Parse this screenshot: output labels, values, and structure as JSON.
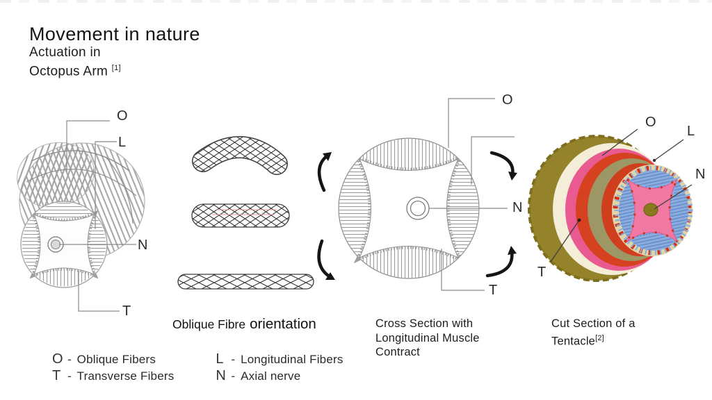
{
  "slide": {
    "title": "Movement in nature",
    "subtitle_line1": "Actuation in",
    "subtitle_line2": "Octopus Arm",
    "subtitle_ref": "[1]"
  },
  "fiber_labels": {
    "o": "O",
    "l": "L",
    "n": "N",
    "t": "T"
  },
  "captions": {
    "oblique_part1": "Oblique Fibre",
    "oblique_part2": "orientation",
    "cross_section_lines": [
      "Cross Section with",
      "Longitudinal Muscle",
      "Contract"
    ],
    "tentacle_line1": "Cut Section of a",
    "tentacle_line2": "Tentacle",
    "tentacle_ref": "[2]"
  },
  "legend": {
    "separator": "-",
    "items": [
      {
        "key": "O",
        "desc": "Oblique Fibers"
      },
      {
        "key": "T",
        "desc": "Transverse Fibers"
      },
      {
        "key": "L",
        "desc": "Longitudinal Fibers"
      },
      {
        "key": "N",
        "desc": "Axial nerve"
      }
    ]
  },
  "colors": {
    "skin_olive": "#94832b",
    "dermis_cream": "#f4eed8",
    "ring_pink": "#e85a90",
    "oblique_red": "#d64120",
    "layer_olive_gray": "#9d9665",
    "inner_red": "#cf3f1e",
    "rim_tan": "#e0d5a8",
    "longitudinal_blue": "#8badde",
    "transverse_pink": "#f078a2",
    "axial_nerve_olive": "#8c7b1e",
    "sketch_gray": "#9a9a9a",
    "ink_black": "#151515"
  }
}
